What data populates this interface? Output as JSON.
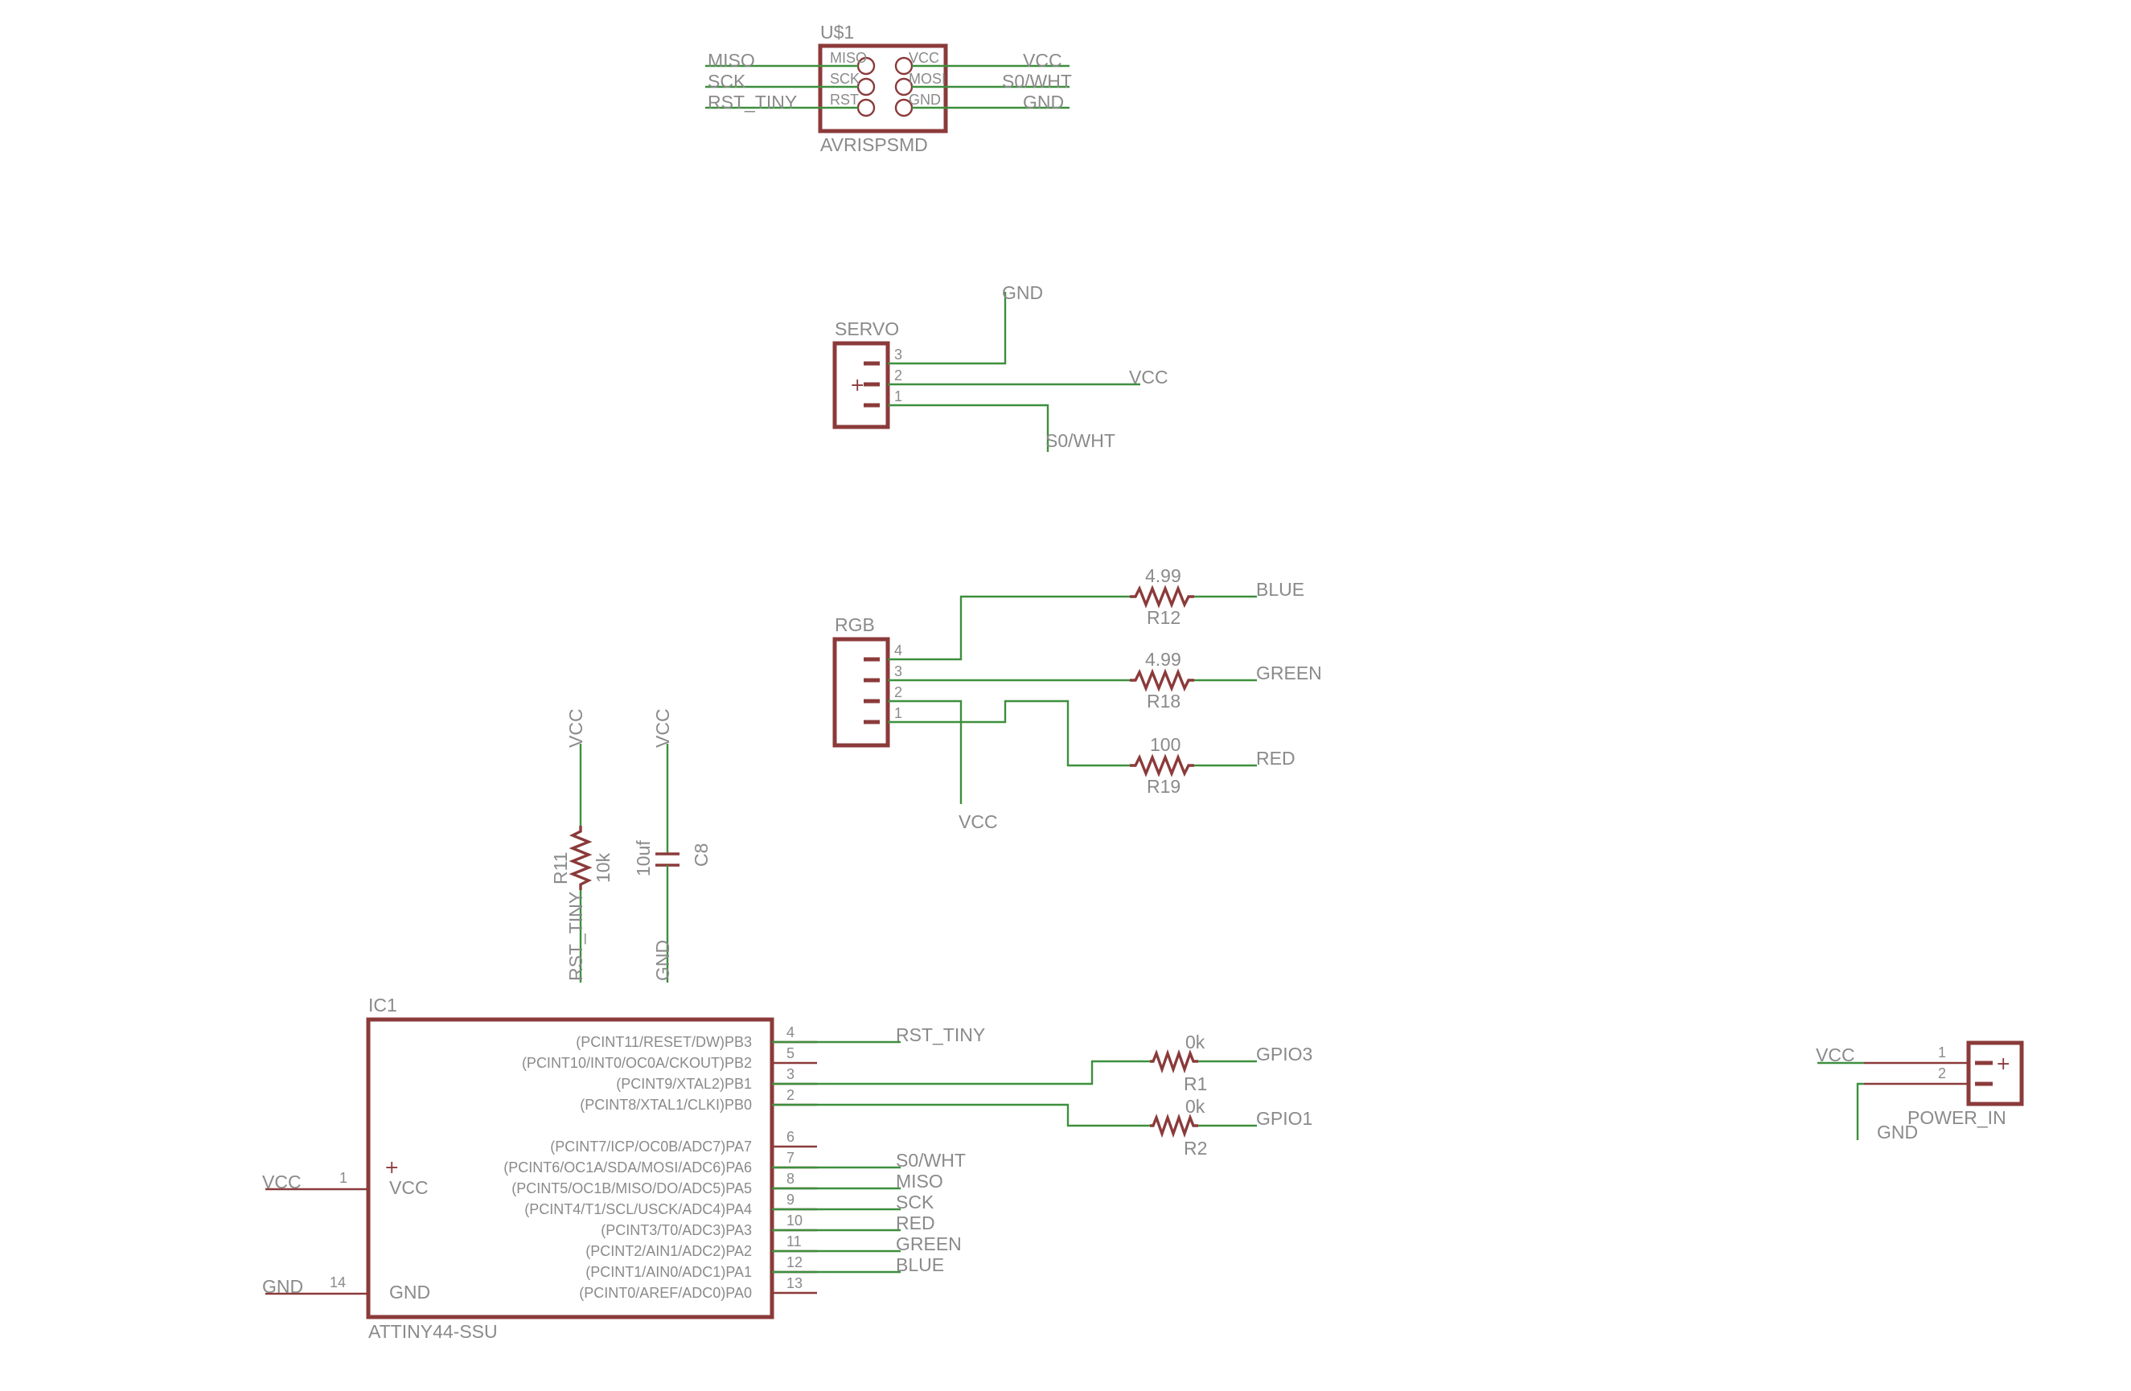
{
  "isp": {
    "name": "U$1",
    "value": "AVRISPSMD",
    "left_pins": [
      "MISO",
      "SCK",
      "RST"
    ],
    "right_pins": [
      "VCC",
      "MOSI",
      "GND"
    ],
    "left_nets": [
      "MISO",
      "SCK",
      "RST_TINY"
    ],
    "right_nets": [
      "VCC",
      "S0/WHT",
      "GND"
    ]
  },
  "servo": {
    "name": "SERVO",
    "pins": [
      "3",
      "2",
      "1"
    ],
    "nets": [
      "GND",
      "VCC",
      "S0/WHT"
    ]
  },
  "rgb": {
    "name": "RGB",
    "pins": [
      "4",
      "3",
      "2",
      "1"
    ],
    "vcc_net": "VCC",
    "resistors": [
      {
        "name": "R12",
        "value": "4.99",
        "net": "BLUE"
      },
      {
        "name": "R18",
        "value": "4.99",
        "net": "GREEN"
      },
      {
        "name": "R19",
        "value": "100",
        "net": "RED"
      }
    ]
  },
  "r11": {
    "name": "R11",
    "value": "10k",
    "top_net": "VCC",
    "bottom_net": "RST_TINY"
  },
  "c8": {
    "name": "C8",
    "value": "10uf",
    "top_net": "VCC",
    "bottom_net": "GND"
  },
  "ic1": {
    "name": "IC1",
    "value": "ATTINY44-SSU",
    "left_pins": [
      {
        "num": "1",
        "label": "VCC",
        "net": "VCC"
      },
      {
        "num": "14",
        "label": "GND",
        "net": "GND"
      }
    ],
    "right_pins": [
      {
        "label": "(PCINT11/RESET/DW)PB3",
        "num": "4",
        "net": "RST_TINY"
      },
      {
        "label": "(PCINT10/INT0/OC0A/CKOUT)PB2",
        "num": "5",
        "net": ""
      },
      {
        "label": "(PCINT9/XTAL2)PB1",
        "num": "3",
        "net": ""
      },
      {
        "label": "(PCINT8/XTAL1/CLKI)PB0",
        "num": "2",
        "net": ""
      },
      {
        "label": "(PCINT7/ICP/OC0B/ADC7)PA7",
        "num": "6",
        "net": ""
      },
      {
        "label": "(PCINT6/OC1A/SDA/MOSI/ADC6)PA6",
        "num": "7",
        "net": "S0/WHT"
      },
      {
        "label": "(PCINT5/OC1B/MISO/DO/ADC5)PA5",
        "num": "8",
        "net": "MISO"
      },
      {
        "label": "(PCINT4/T1/SCL/USCK/ADC4)PA4",
        "num": "9",
        "net": "SCK"
      },
      {
        "label": "(PCINT3/T0/ADC3)PA3",
        "num": "10",
        "net": "RED"
      },
      {
        "label": "(PCINT2/AIN1/ADC2)PA2",
        "num": "11",
        "net": "GREEN"
      },
      {
        "label": "(PCINT1/AIN0/ADC1)PA1",
        "num": "12",
        "net": "BLUE"
      },
      {
        "label": "(PCINT0/AREF/ADC0)PA0",
        "num": "13",
        "net": ""
      }
    ]
  },
  "gpio_resistors": [
    {
      "name": "R1",
      "value": "0k",
      "net": "GPIO3"
    },
    {
      "name": "R2",
      "value": "0k",
      "net": "GPIO1"
    }
  ],
  "power_in": {
    "name": "POWER_IN",
    "pins": [
      "1",
      "2"
    ],
    "nets": [
      "VCC",
      "GND"
    ]
  },
  "colors": {
    "symbol": "#8b3a3a",
    "wire": "#3d8f3d",
    "text": "#8a8a8a"
  }
}
